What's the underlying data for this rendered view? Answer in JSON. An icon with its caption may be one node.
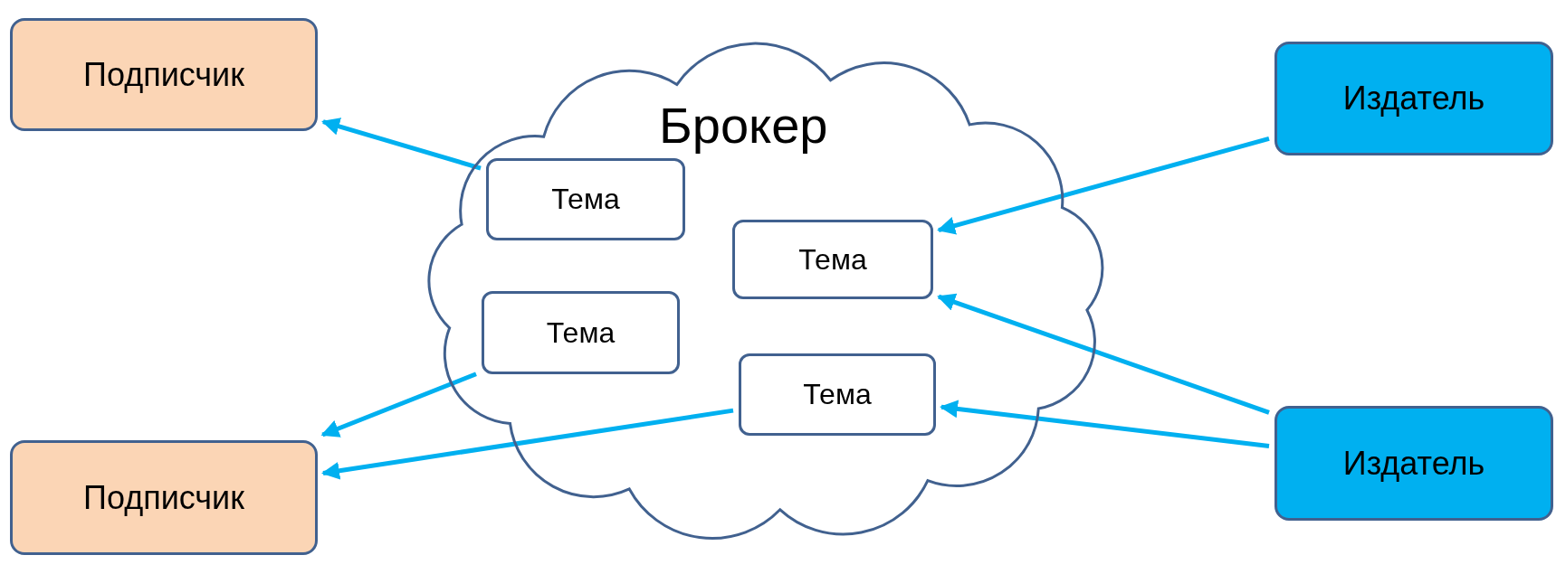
{
  "diagram": {
    "nodes": [
      {
        "text": [
          "Подписчик"
        ]
      },
      {
        "text": [
          "Подписчик"
        ]
      },
      {
        "text": [
          "Брокер"
        ]
      },
      {
        "text": [
          "Тема"
        ],
        "in": 2
      },
      {
        "text": [
          "Тема"
        ],
        "in": 2
      },
      {
        "text": [
          "Тема"
        ],
        "in": 2
      },
      {
        "text": [
          "Тема"
        ],
        "in": 2
      },
      {
        "text": [
          "Издатель"
        ]
      },
      {
        "text": [
          "Издатель"
        ]
      }
    ],
    "edges": [
      {
        "from": 3,
        "to": 0,
        "arrow": "to"
      },
      {
        "from": 5,
        "to": 1,
        "arrow": "to"
      },
      {
        "from": 6,
        "to": 1,
        "arrow": "to"
      },
      {
        "from": 7,
        "to": 4,
        "arrow": "to"
      },
      {
        "from": 8,
        "to": 4,
        "arrow": "to"
      },
      {
        "from": 8,
        "to": 6,
        "arrow": "to"
      }
    ]
  }
}
